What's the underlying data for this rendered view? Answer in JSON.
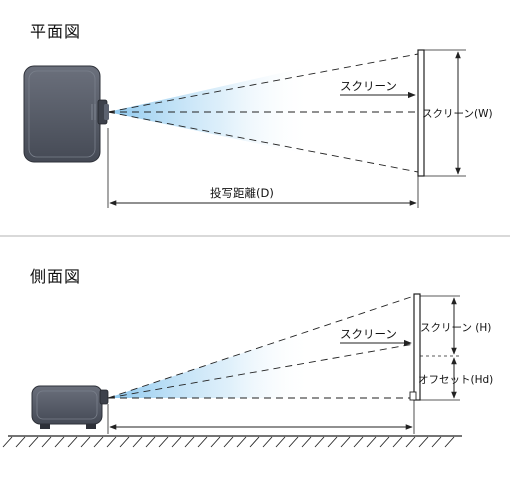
{
  "top_view": {
    "title": "平面図",
    "screen_label": "スクリーン",
    "screen_width_label": "スクリーン(W)",
    "distance_label": "投写距離(D)"
  },
  "side_view": {
    "title": "側面図",
    "screen_label": "スクリーン",
    "screen_height_label": "スクリーン (H)",
    "offset_label": "オフセット(Hd)"
  },
  "colors": {
    "projector_body": "#555a65",
    "beam": "#a9d6f2",
    "line": "#222222",
    "divider": "#999999"
  }
}
